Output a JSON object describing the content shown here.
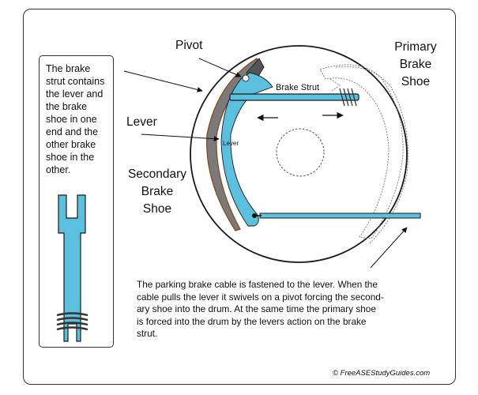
{
  "labels": {
    "pivot": "Pivot",
    "primary_shoe": [
      "Primary",
      "Brake",
      "Shoe"
    ],
    "lever": "Lever",
    "secondary_shoe": [
      "Secondary",
      "Brake",
      "Shoe"
    ],
    "brake_strut": "Brake Strut",
    "lever_small": "Lever"
  },
  "callout_text": [
    "The brake",
    "strut contains",
    "the lever and",
    "the brake",
    "shoe in one",
    "end and the",
    "other brake",
    "shoe in the",
    "other."
  ],
  "caption_lines": [
    "The parking brake cable is fastened to the lever. When the",
    "cable pulls the lever it swivels on a pivot forcing the second-",
    "ary shoe into the drum. At the same time the primary shoe",
    "is forced into the drum by the levers action on the brake",
    "strut."
  ],
  "copyright": "© FreeASEStudyGuides.com",
  "colors": {
    "part_fill": "#5bc0de",
    "lining": "#7a7a7a",
    "lining_edge": "#8b4513",
    "outline": "#1a1a1a"
  }
}
